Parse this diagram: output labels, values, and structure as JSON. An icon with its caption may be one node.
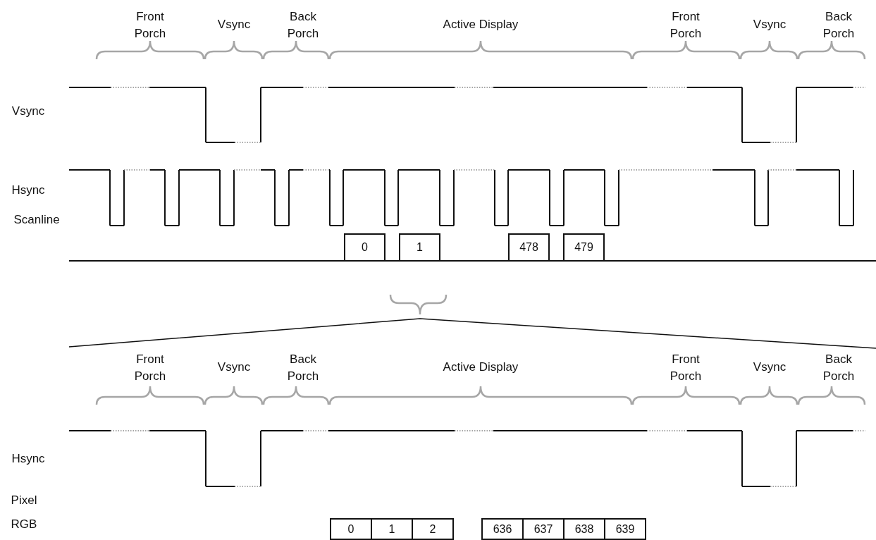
{
  "diagram": {
    "nodes": [
      {
        "text": [
          "0"
        ]
      },
      {
        "text": [
          "1"
        ]
      },
      {
        "text": [
          "478"
        ]
      },
      {
        "text": [
          "479"
        ]
      },
      {
        "text": [
          "0"
        ]
      },
      {
        "text": [
          "1"
        ]
      },
      {
        "text": [
          "2"
        ]
      },
      {
        "text": [
          "636"
        ]
      },
      {
        "text": [
          "637"
        ]
      },
      {
        "text": [
          "638"
        ]
      },
      {
        "text": [
          "639"
        ]
      }
    ],
    "edges": [],
    "labels": [
      "Front Porch",
      "Vsync",
      "Back Porch",
      "Active Display",
      "Front Porch",
      "Vsync",
      "Back Porch",
      "Vsync",
      "Hsync",
      "Scanline",
      "Front Porch",
      "Vsync",
      "Back Porch",
      "Active Display",
      "Front Porch",
      "Vsync",
      "Back Porch",
      "Hsync",
      "Pixel RGB"
    ]
  }
}
